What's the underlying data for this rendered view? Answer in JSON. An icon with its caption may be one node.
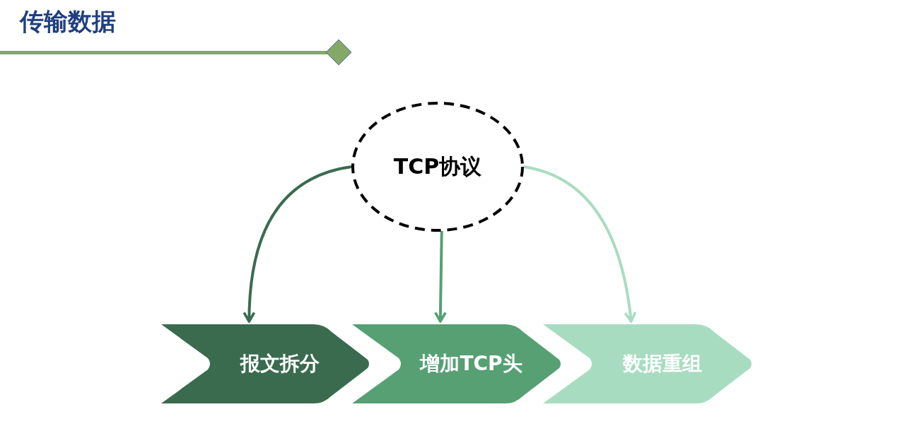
{
  "diagram": {
    "title": "传输数据",
    "nodes": [
      {
        "text": [
          "TCP协议"
        ]
      },
      {
        "text": [
          "报文拆分"
        ]
      },
      {
        "text": [
          "增加TCP头"
        ]
      },
      {
        "text": [
          "数据重组"
        ]
      }
    ],
    "edges": [
      {
        "from": 0,
        "to": 1,
        "arrow": "to",
        "color": "#3a6b4f"
      },
      {
        "from": 0,
        "to": 2,
        "arrow": "to",
        "color": "#56a074"
      },
      {
        "from": 0,
        "to": 3,
        "arrow": "to",
        "color": "#a8dcc1"
      }
    ]
  }
}
